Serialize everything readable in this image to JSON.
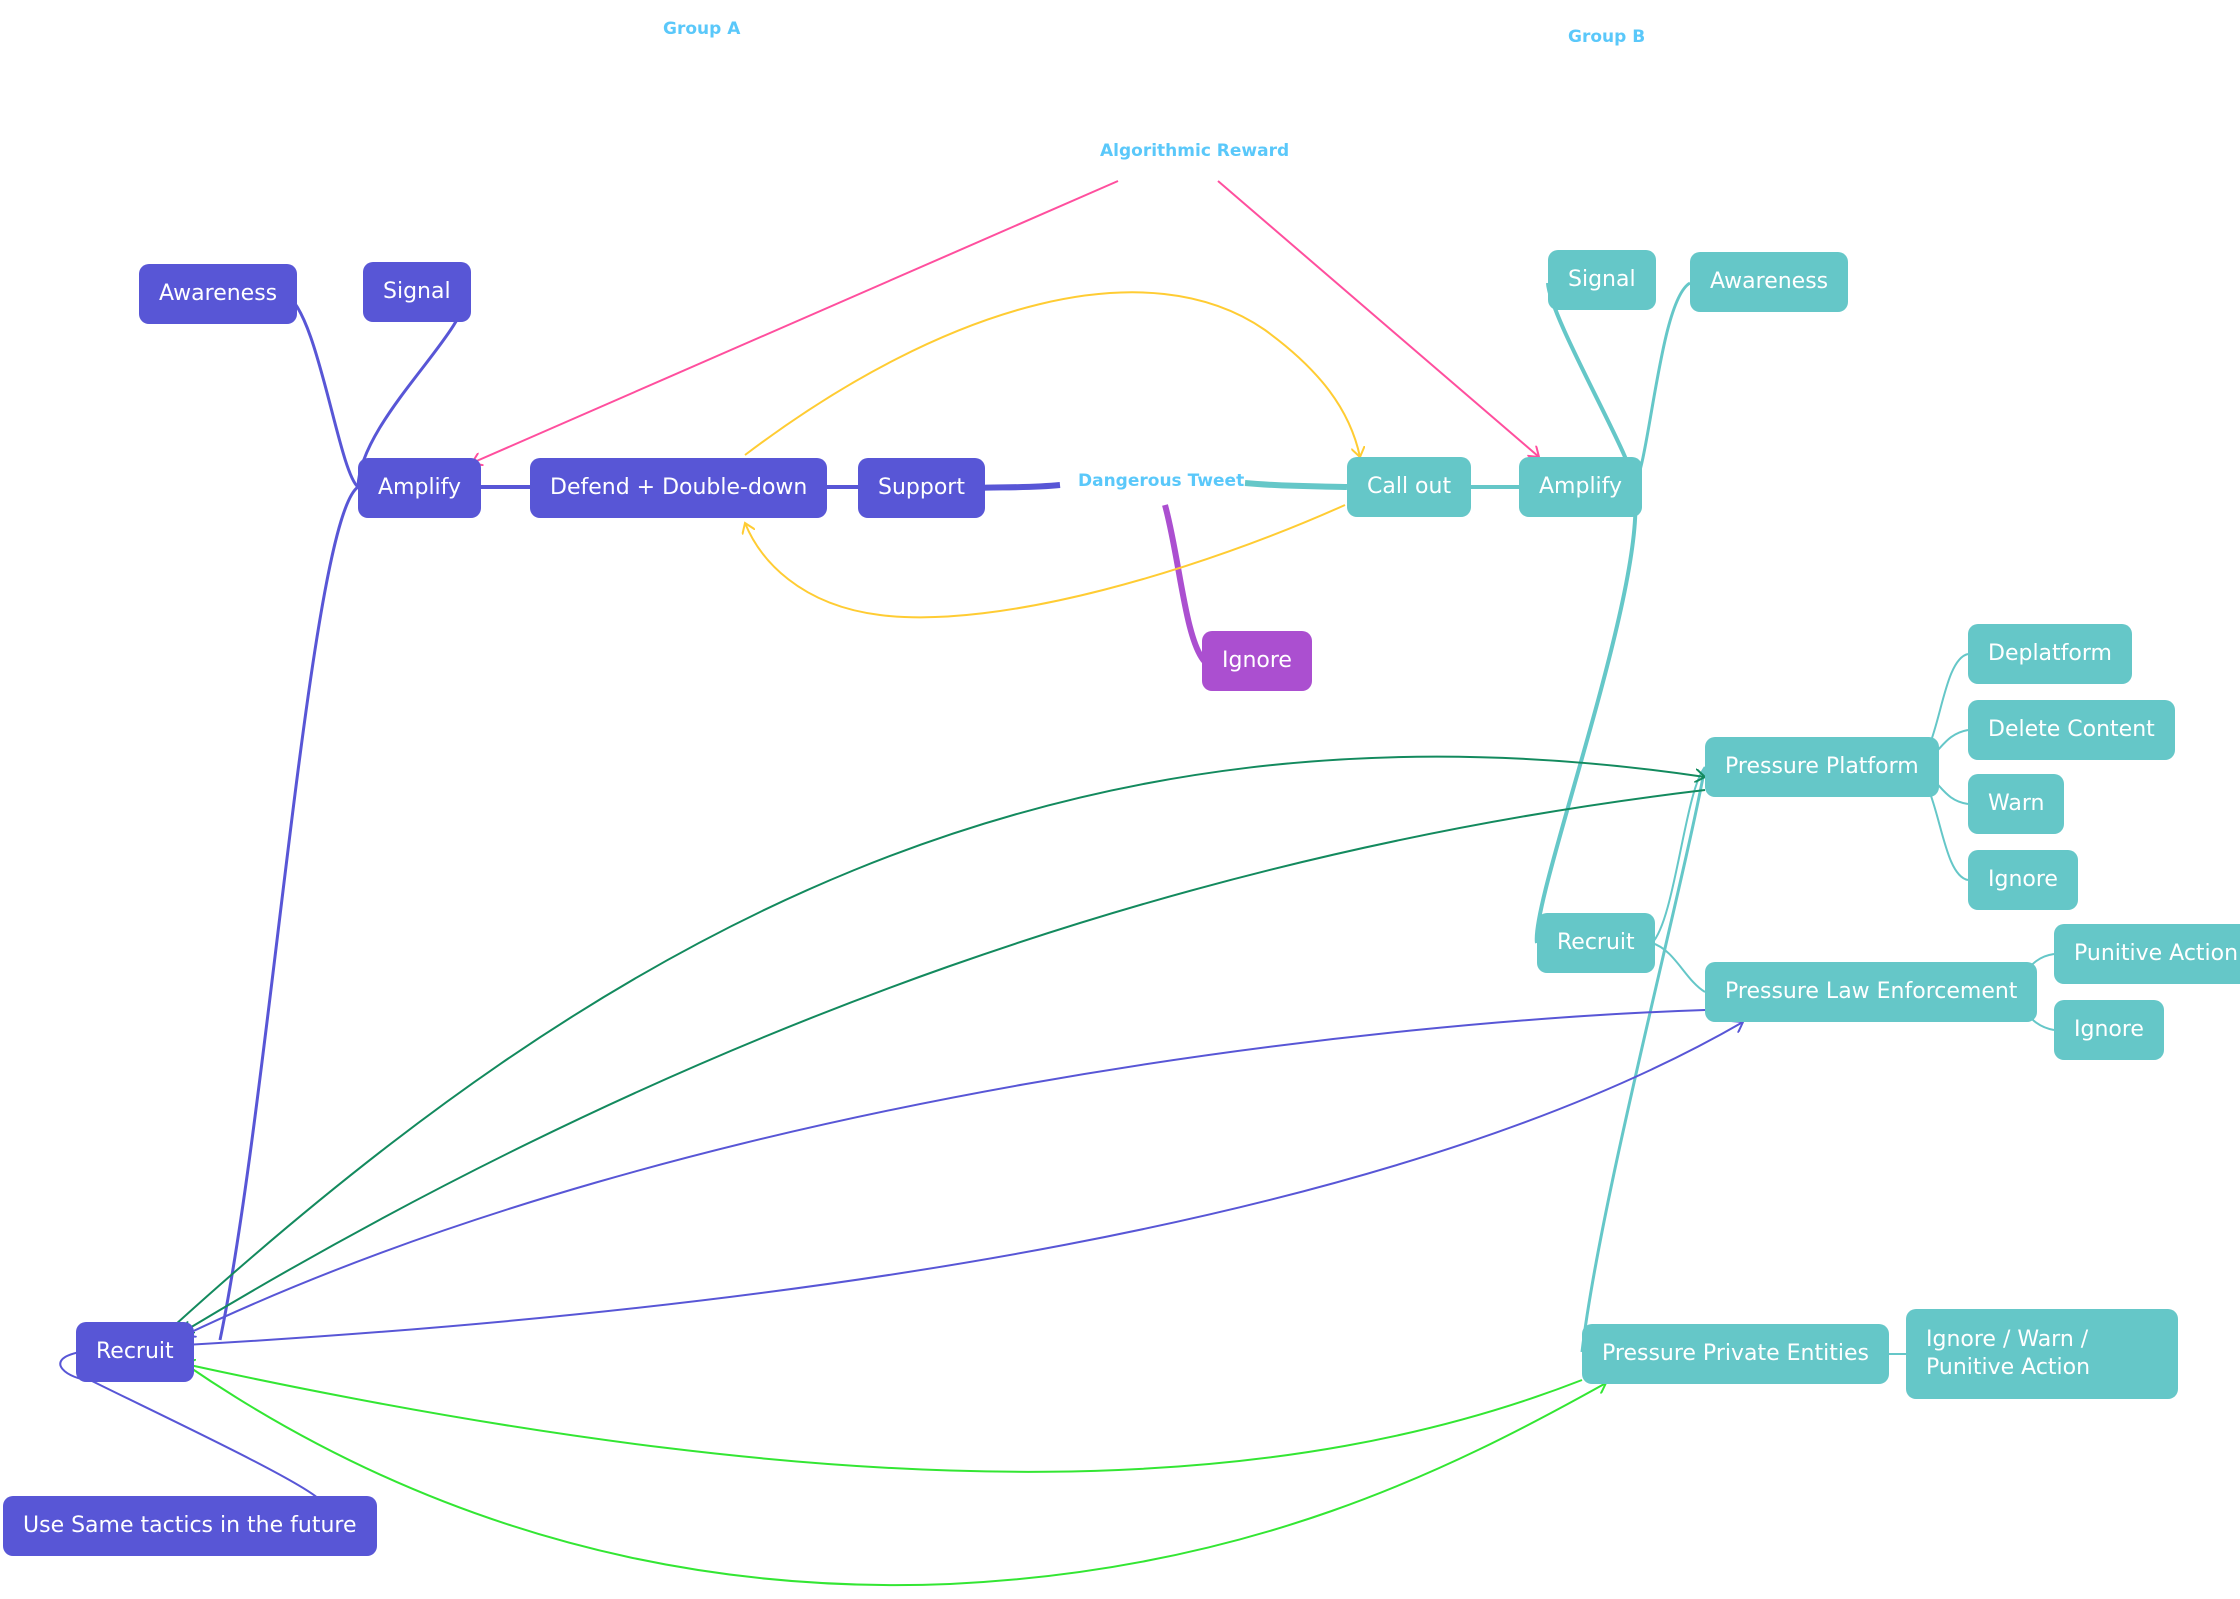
{
  "colors": {
    "group_a": "#5856d6",
    "group_b": "#65c7c8",
    "ignore_center": "#ab4fd0",
    "label": "#5ac8fa",
    "reward_arrow": "#ff4f9e",
    "feedback_arrow": "#ffcc33",
    "platform_arrow": "#138a5e",
    "private_arrow": "#33e633"
  },
  "labels": {
    "group_a": "Group A",
    "group_b": "Group B",
    "algorithmic_reward": "Algorithmic Reward",
    "dangerous_tweet": "Dangerous Tweet"
  },
  "group_a": {
    "awareness": "Awareness",
    "signal": "Signal",
    "amplify": "Amplify",
    "defend": "Defend + Double-down",
    "support": "Support",
    "recruit": "Recruit",
    "future": "Use Same tactics in the future"
  },
  "center": {
    "ignore": "Ignore"
  },
  "group_b": {
    "callout": "Call out",
    "amplify": "Amplify",
    "signal": "Signal",
    "awareness": "Awareness",
    "recruit": "Recruit",
    "pressure_platform": "Pressure Platform",
    "deplatform": "Deplatform",
    "delete_content": "Delete Content",
    "warn": "Warn",
    "ignore_platform": "Ignore",
    "pressure_law": "Pressure Law Enforcement",
    "punitive_action": "Punitive Action",
    "ignore_law": "Ignore",
    "pressure_private": "Pressure Private Entities",
    "private_outcome": "Ignore / Warn / Punitive Action"
  }
}
